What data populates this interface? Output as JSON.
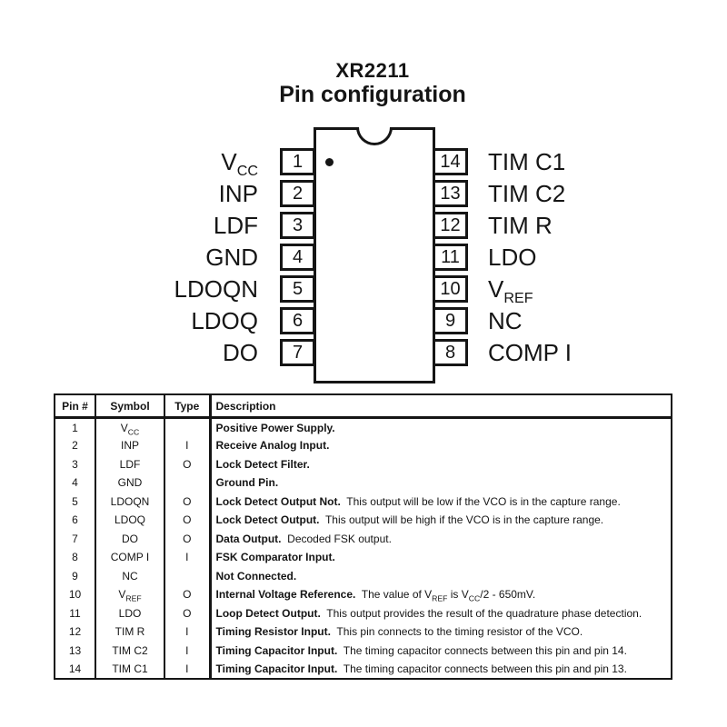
{
  "title": {
    "line1": "XR2211",
    "line2": "Pin configuration"
  },
  "colors": {
    "ink": "#151515",
    "background": "#ffffff"
  },
  "diagram": {
    "left_pins": [
      {
        "number": "1",
        "label": "V",
        "label_sub": "CC"
      },
      {
        "number": "2",
        "label": "INP",
        "label_sub": ""
      },
      {
        "number": "3",
        "label": "LDF",
        "label_sub": ""
      },
      {
        "number": "4",
        "label": "GND",
        "label_sub": ""
      },
      {
        "number": "5",
        "label": "LDOQN",
        "label_sub": ""
      },
      {
        "number": "6",
        "label": "LDOQ",
        "label_sub": ""
      },
      {
        "number": "7",
        "label": "DO",
        "label_sub": ""
      }
    ],
    "right_pins": [
      {
        "number": "14",
        "label": "TIM C1",
        "label_sub": ""
      },
      {
        "number": "13",
        "label": "TIM C2",
        "label_sub": ""
      },
      {
        "number": "12",
        "label": "TIM R",
        "label_sub": ""
      },
      {
        "number": "11",
        "label": "LDO",
        "label_sub": ""
      },
      {
        "number": "10",
        "label": "V",
        "label_sub": "REF"
      },
      {
        "number": "9",
        "label": "NC",
        "label_sub": ""
      },
      {
        "number": "8",
        "label": "COMP I",
        "label_sub": ""
      }
    ]
  },
  "table": {
    "headers": {
      "pin": "Pin #",
      "symbol": "Symbol",
      "type": "Type",
      "description": "Description"
    },
    "rows": [
      {
        "pin": "1",
        "symbol": "V",
        "symbol_sub": "CC",
        "type": "",
        "desc_bold": "Positive Power Supply.",
        "desc_r1": "",
        "desc_s1": "",
        "desc_r2": "",
        "desc_s2": "",
        "desc_r3": ""
      },
      {
        "pin": "2",
        "symbol": "INP",
        "symbol_sub": "",
        "type": "I",
        "desc_bold": "Receive Analog Input.",
        "desc_r1": "",
        "desc_s1": "",
        "desc_r2": "",
        "desc_s2": "",
        "desc_r3": ""
      },
      {
        "pin": "3",
        "symbol": "LDF",
        "symbol_sub": "",
        "type": "O",
        "desc_bold": "Lock Detect Filter.",
        "desc_r1": "",
        "desc_s1": "",
        "desc_r2": "",
        "desc_s2": "",
        "desc_r3": ""
      },
      {
        "pin": "4",
        "symbol": "GND",
        "symbol_sub": "",
        "type": "",
        "desc_bold": "Ground Pin.",
        "desc_r1": "",
        "desc_s1": "",
        "desc_r2": "",
        "desc_s2": "",
        "desc_r3": ""
      },
      {
        "pin": "5",
        "symbol": "LDOQN",
        "symbol_sub": "",
        "type": "O",
        "desc_bold": "Lock Detect Output Not.",
        "desc_r1": "  This output will be low if the VCO is in the capture range.",
        "desc_s1": "",
        "desc_r2": "",
        "desc_s2": "",
        "desc_r3": ""
      },
      {
        "pin": "6",
        "symbol": "LDOQ",
        "symbol_sub": "",
        "type": "O",
        "desc_bold": "Lock Detect Output.",
        "desc_r1": "  This output will be high if the VCO is in the capture range.",
        "desc_s1": "",
        "desc_r2": "",
        "desc_s2": "",
        "desc_r3": ""
      },
      {
        "pin": "7",
        "symbol": "DO",
        "symbol_sub": "",
        "type": "O",
        "desc_bold": "Data Output.",
        "desc_r1": "  Decoded FSK output.",
        "desc_s1": "",
        "desc_r2": "",
        "desc_s2": "",
        "desc_r3": ""
      },
      {
        "pin": "8",
        "symbol": "COMP I",
        "symbol_sub": "",
        "type": "I",
        "desc_bold": "FSK Comparator Input.",
        "desc_r1": "",
        "desc_s1": "",
        "desc_r2": "",
        "desc_s2": "",
        "desc_r3": ""
      },
      {
        "pin": "9",
        "symbol": "NC",
        "symbol_sub": "",
        "type": "",
        "desc_bold": "Not Connected.",
        "desc_r1": "",
        "desc_s1": "",
        "desc_r2": "",
        "desc_s2": "",
        "desc_r3": ""
      },
      {
        "pin": "10",
        "symbol": "V",
        "symbol_sub": "REF",
        "type": "O",
        "desc_bold": "Internal Voltage Reference.",
        "desc_r1": "  The value of V",
        "desc_s1": "REF",
        "desc_r2": " is V",
        "desc_s2": "CC",
        "desc_r3": "/2 - 650mV."
      },
      {
        "pin": "11",
        "symbol": "LDO",
        "symbol_sub": "",
        "type": "O",
        "desc_bold": "Loop Detect Output.",
        "desc_r1": "  This output provides the result of the quadrature phase detection.",
        "desc_s1": "",
        "desc_r2": "",
        "desc_s2": "",
        "desc_r3": ""
      },
      {
        "pin": "12",
        "symbol": "TIM R",
        "symbol_sub": "",
        "type": "I",
        "desc_bold": "Timing Resistor Input.",
        "desc_r1": "  This pin connects to the timing resistor of the VCO.",
        "desc_s1": "",
        "desc_r2": "",
        "desc_s2": "",
        "desc_r3": ""
      },
      {
        "pin": "13",
        "symbol": "TIM C2",
        "symbol_sub": "",
        "type": "I",
        "desc_bold": "Timing Capacitor Input.",
        "desc_r1": "  The timing capacitor connects between this pin and pin 14.",
        "desc_s1": "",
        "desc_r2": "",
        "desc_s2": "",
        "desc_r3": ""
      },
      {
        "pin": "14",
        "symbol": "TIM C1",
        "symbol_sub": "",
        "type": "I",
        "desc_bold": "Timing Capacitor Input.",
        "desc_r1": "  The timing capacitor connects between this pin and pin 13.",
        "desc_s1": "",
        "desc_r2": "",
        "desc_s2": "",
        "desc_r3": ""
      }
    ]
  }
}
